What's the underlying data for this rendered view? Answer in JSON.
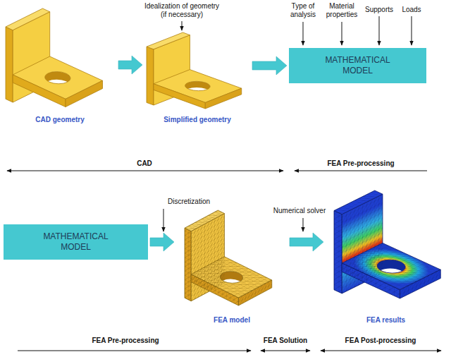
{
  "diagram": {
    "nodes": [
      {
        "text": [
          "CAD geometry"
        ]
      },
      {
        "text": [
          "Simplified geometry"
        ]
      },
      {
        "text": [
          "MATHEMATICAL MODEL"
        ]
      },
      {
        "text": [
          "MATHEMATICAL MODEL"
        ]
      },
      {
        "text": [
          "FEA model"
        ]
      },
      {
        "text": [
          "FEA results"
        ]
      }
    ],
    "edges": [
      {
        "from": 0,
        "to": 1,
        "arrow": "to"
      },
      {
        "from": 1,
        "to": 2,
        "arrow": "to"
      },
      {
        "from": 3,
        "to": 4,
        "arrow": "to"
      },
      {
        "from": 4,
        "to": 5,
        "arrow": "to"
      }
    ],
    "labels": [
      "Idealization of geometry (if necessary)",
      "Type of analysis",
      "Material properties",
      "Supports",
      "Loads",
      "CAD",
      "FEA Pre-processing",
      "Discretization",
      "Numerical solver",
      "FEA Pre-processing",
      "FEA Solution",
      "FEA Post-processing"
    ]
  }
}
